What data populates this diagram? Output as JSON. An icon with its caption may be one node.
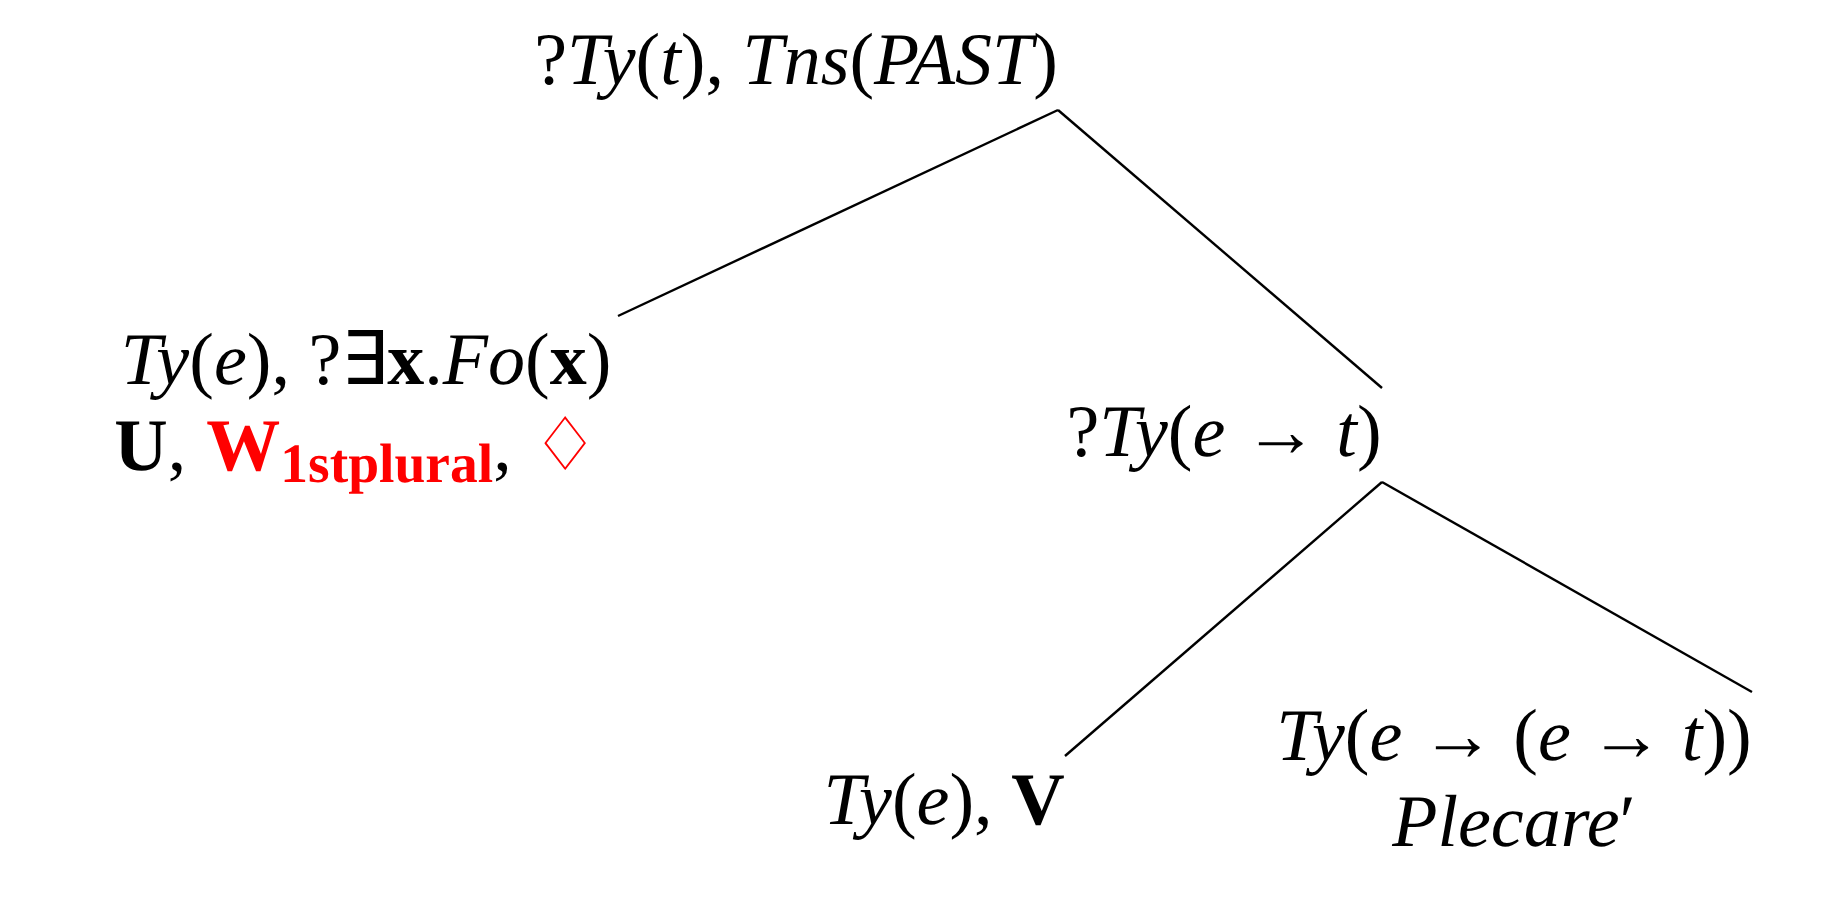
{
  "diagram": {
    "nodes": [
      {
        "text": [
          "?*Ty*(*t*), *Tns*(*PAST*)"
        ]
      },
      {
        "text": [
          "*Ty*(*e*), ?∃**x**.*Fo*(**x**)",
          "**U**,",
          "**W**$_{1stplural}$,",
          "♢"
        ]
      },
      {
        "text": [
          "?*Ty*(*e* → *t*)"
        ]
      },
      {
        "text": [
          "*Ty*(*e*), **V**"
        ]
      },
      {
        "text": [
          "*Ty*(*e* → (*e* → *t*))",
          "*Plecare*′"
        ]
      }
    ],
    "edges": [
      {
        "from": 0,
        "to": 1,
        "arrow": "none"
      },
      {
        "from": 0,
        "to": 2,
        "arrow": "none"
      },
      {
        "from": 2,
        "to": 3,
        "arrow": "none"
      },
      {
        "from": 2,
        "to": 4,
        "arrow": "none"
      }
    ]
  }
}
